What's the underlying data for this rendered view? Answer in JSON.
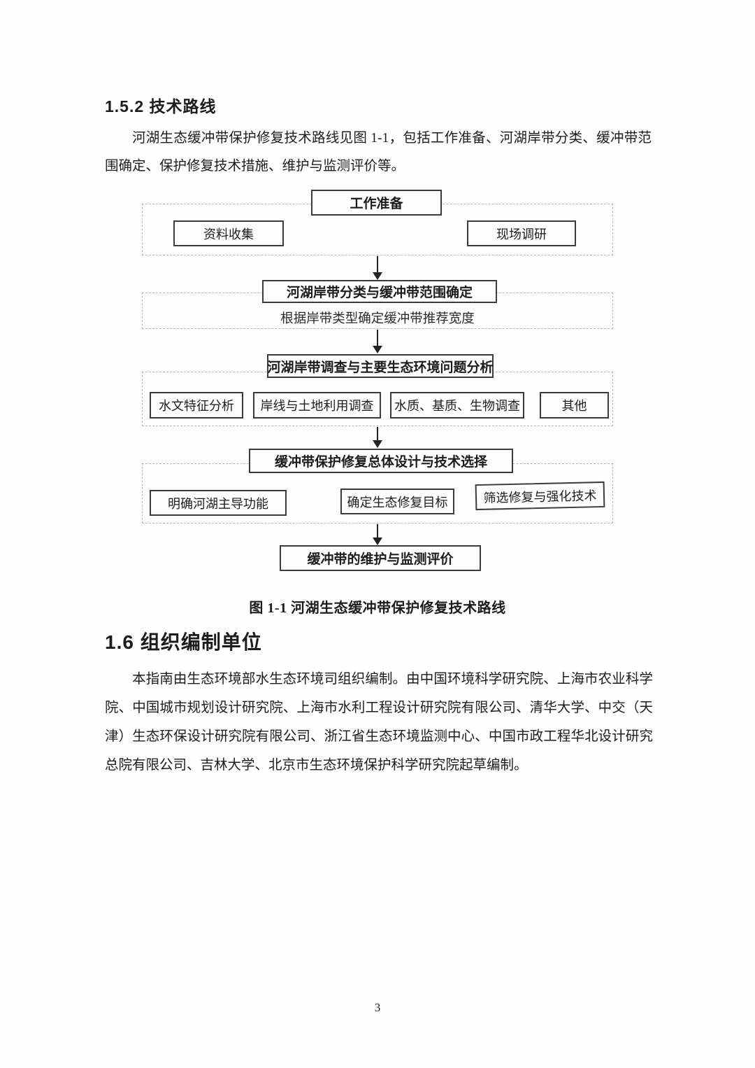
{
  "section_152": {
    "heading": "1.5.2 技术路线",
    "paragraph": "河湖生态缓冲带保护修复技术路线见图 1-1，包括工作准备、河湖岸带分类、缓冲带范围确定、保护修复技术措施、维护与监测评价等。"
  },
  "flowchart": {
    "stages": [
      {
        "title": "工作准备",
        "children": [
          "资料收集",
          "现场调研"
        ]
      },
      {
        "title": "河湖岸带分类与缓冲带范围确定",
        "note": "根据岸带类型确定缓冲带推荐宽度"
      },
      {
        "title": "河湖岸带调查与主要生态环境问题分析",
        "children": [
          "水文特征分析",
          "岸线与土地利用调查",
          "水质、基质、生物调查",
          "其他"
        ]
      },
      {
        "title": "缓冲带保护修复总体设计与技术选择",
        "children": [
          "明确河湖主导功能",
          "确定生态修复目标",
          "筛选修复与强化技术"
        ]
      },
      {
        "title": "缓冲带的维护与监测评价"
      }
    ]
  },
  "figure": {
    "caption": "图 1-1 河湖生态缓冲带保护修复技术路线"
  },
  "section_16": {
    "heading": "1.6 组织编制单位",
    "paragraph": "本指南由生态环境部水生态环境司组织编制。由中国环境科学研究院、上海市农业科学院、中国城市规划设计研究院、上海市水利工程设计研究院有限公司、清华大学、中交（天津）生态环保设计研究院有限公司、浙江省生态环境监测中心、中国市政工程华北设计研究总院有限公司、吉林大学、北京市生态环境保护科学研究院起草编制。"
  },
  "page": {
    "number": "3"
  },
  "colors": {
    "text": "#1c1c1c",
    "box_border": "#3c3c3c",
    "dashed_border": "#b5b5b5",
    "background": "#fefefe"
  }
}
